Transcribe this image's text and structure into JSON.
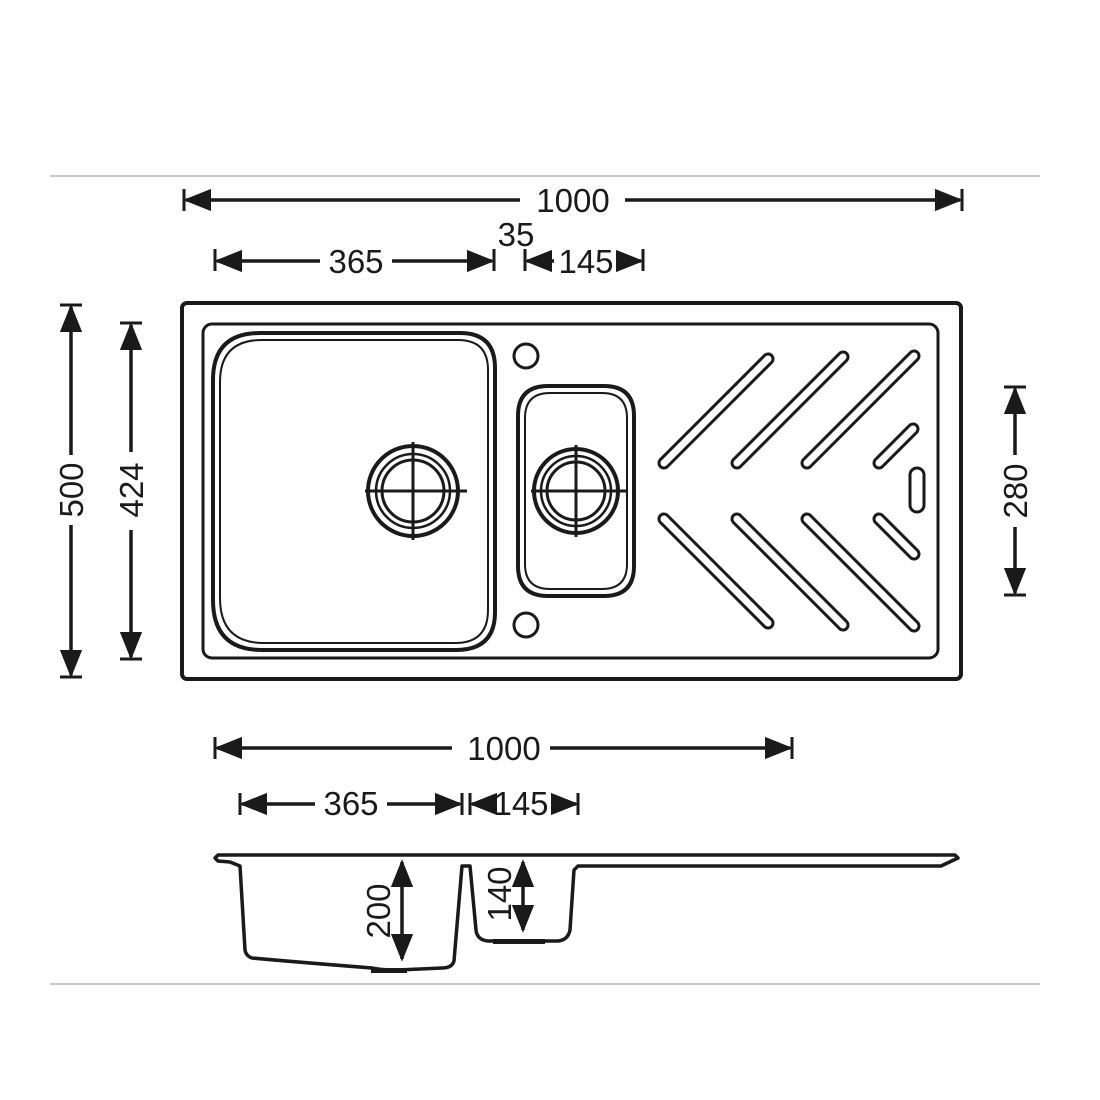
{
  "plan_view": {
    "overall_width": "1000",
    "main_bowl_width": "365",
    "bowl_gap": "35",
    "half_bowl_width": "145",
    "overall_depth": "500",
    "inner_depth": "424",
    "drainer_height": "280"
  },
  "section_view": {
    "overall_width": "1000",
    "main_bowl_width": "365",
    "half_bowl_width": "145",
    "main_bowl_depth": "200",
    "half_bowl_depth": "140"
  },
  "colors": {
    "line": "#1a1a1a",
    "divider": "#c8c8c8",
    "background": "#ffffff"
  }
}
